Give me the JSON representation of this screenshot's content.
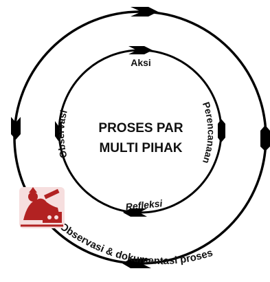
{
  "center_title_line1": "PROSES PAR",
  "center_title_line2": "MULTI PIHAK",
  "inner_cycle": {
    "top": "Aksi",
    "right": "Perencanaan",
    "bottom": "Refleksi",
    "left": "Observasi"
  },
  "outer_cycle_label": "Observasi & dokumentasi proses",
  "colors": {
    "ring_stroke": "#000000",
    "text": "#111111",
    "logo_red": "#b22222",
    "logo_pink": "#f6dede"
  },
  "icons": [
    "arrow-icon",
    "logo-icon"
  ]
}
